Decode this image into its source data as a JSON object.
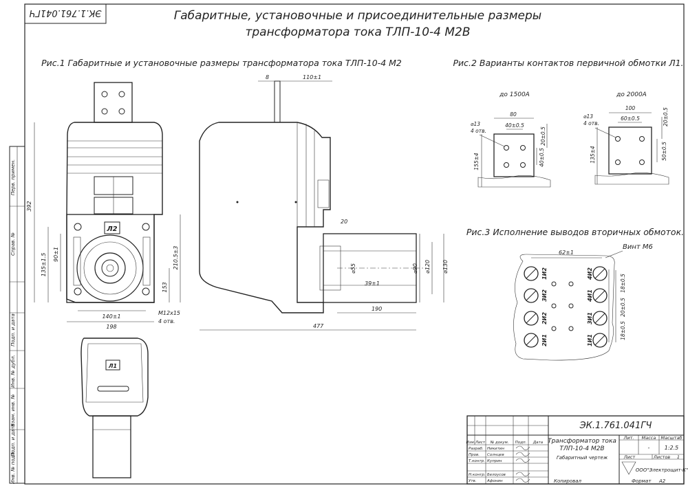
{
  "header": {
    "code_corner": "ЭК.1.761.041ГЧ",
    "title_line1": "Габаритные, установочные и присоединительные размеры",
    "title_line2": "трансформатора тока ТЛП-10-4 М2В"
  },
  "figures": {
    "fig1_caption": "Рис.1 Габаритные и установочные размеры трансформатора тока ТЛП-10-4 М2",
    "fig2_caption": "Рис.2 Варианты контактов первичной обмотки Л1.",
    "fig3_caption": "Рис.3 Исполнение выводов вторичных обмоток."
  },
  "fig1_dims": {
    "h1": "392",
    "h2": "135±1.5",
    "h3": "90±1",
    "h4": "210.5±3",
    "h5": "153",
    "w1": "140±1",
    "w2": "198",
    "holes": "М12х15",
    "holes_count": "4 отв.",
    "mark_l2": "Л2",
    "mark_l1": "Л1",
    "side_8": "8",
    "side_110": "110±1",
    "side_20": "20",
    "side_55": "⌀55",
    "side_39": "39±1",
    "side_90": "⌀90",
    "side_120": "⌀120",
    "side_130": "⌀130",
    "side_190": "190",
    "side_477": "477"
  },
  "fig2": {
    "variant1": "до 1500А",
    "variant2": "до 2000А",
    "v1_hole": "⌀13",
    "v1_count": "4 отв.",
    "v1_w": "80",
    "v1_w2": "40±0.5",
    "v1_h1": "20±0.5",
    "v1_h2": "40±0.5",
    "v1_base": "155±4",
    "v2_hole": "⌀13",
    "v2_count": "4 отв.",
    "v2_w": "100",
    "v2_w2": "60±0.5",
    "v2_h1": "20±0.5",
    "v2_h2": "50±0.5",
    "v2_base": "135±4"
  },
  "fig3": {
    "dim_w": "62±1",
    "screw": "Винт М6",
    "d1": "18±0.5",
    "d2": "20±0.5",
    "d3": "18±0.5",
    "terminals": [
      "1И2",
      "4И2",
      "3И2",
      "4И1",
      "2И2",
      "3И1",
      "2И1",
      "1И1"
    ]
  },
  "side_stamp": [
    "Перв. примен.",
    "Справ. №",
    "Подп. и дата",
    "Инв. № дубл.",
    "Взам. инв. №",
    "Подп. и дата",
    "Инв. № подл."
  ],
  "stamp": {
    "doc_code": "ЭК.1.761.041ГЧ",
    "name_line1": "Трансформатор тока",
    "name_line2": "ТЛП-10-4 М2В",
    "name_line3": "Габаритный чертеж",
    "lit": "Лит.",
    "mass": "Масса",
    "scale": "Масштаб",
    "mass_val": "-",
    "scale_val": "1:2.5",
    "sheet": "Лист",
    "sheets": "Листов",
    "sheets_val": "1",
    "org": "ООО\"Электрощит-К\"",
    "roles": [
      "Изм.",
      "Лист",
      "№ докум.",
      "Подп.",
      "Дата"
    ],
    "people": [
      {
        "role": "Разраб.",
        "name": "Никитин"
      },
      {
        "role": "Пров.",
        "name": "Солнцев"
      },
      {
        "role": "Т.контр.",
        "name": "Куприн"
      },
      {
        "role": "Н.контр.",
        "name": "Белоусов"
      },
      {
        "role": "Утв.",
        "name": "Афонин"
      }
    ],
    "copied": "Копировал",
    "format": "Формат",
    "format_val": "А2"
  }
}
